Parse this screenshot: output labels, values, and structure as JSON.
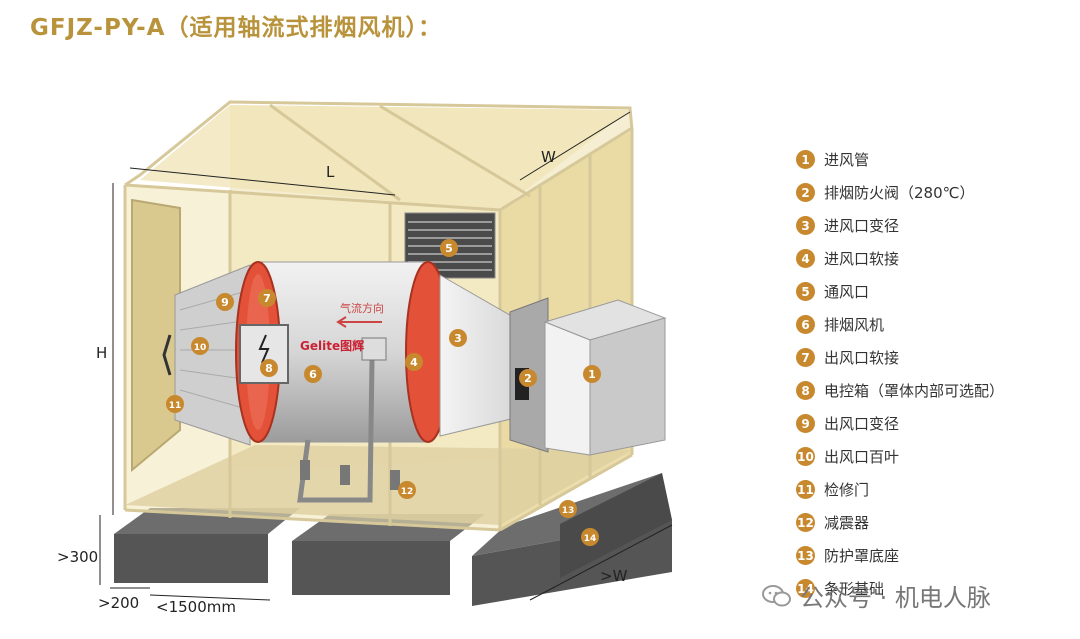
{
  "title": "GFJZ-PY-A（适用轴流式排烟风机）：",
  "dimensions": {
    "length": "L",
    "width_top": "W",
    "height": "H",
    "base_height": ">300",
    "base_gap": ">200",
    "base_length": "<1500mm",
    "base_width": ">W"
  },
  "fan_texts": {
    "airflow": "气流方向",
    "brand": "Gelite图辉"
  },
  "components": [
    {
      "num": "1",
      "label": "进风管"
    },
    {
      "num": "2",
      "label": "排烟防火阀（280℃）"
    },
    {
      "num": "3",
      "label": "进风口变径"
    },
    {
      "num": "4",
      "label": "进风口软接"
    },
    {
      "num": "5",
      "label": "通风口"
    },
    {
      "num": "6",
      "label": "排烟风机"
    },
    {
      "num": "7",
      "label": "出风口软接"
    },
    {
      "num": "8",
      "label": "电控箱（罩体内部可选配）"
    },
    {
      "num": "9",
      "label": "出风口变径"
    },
    {
      "num": "10",
      "label": "出风口百叶"
    },
    {
      "num": "11",
      "label": "检修门"
    },
    {
      "num": "12",
      "label": "减震器"
    },
    {
      "num": "13",
      "label": "防护罩底座"
    },
    {
      "num": "14",
      "label": "条形基础"
    }
  ],
  "watermark": "公众号 · 机电人脉",
  "colors": {
    "badge": "#c8892e",
    "enclosure": "#efe3b4",
    "flex_joint": "#e04a35",
    "title": "#b8933b"
  }
}
